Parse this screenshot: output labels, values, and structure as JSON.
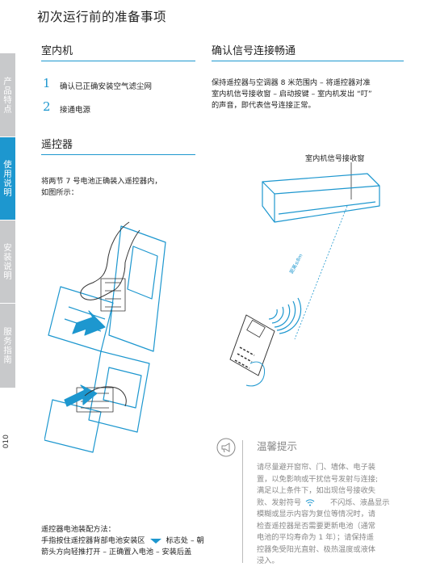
{
  "page_title": "初次运行前的准备事项",
  "side_tabs": [
    {
      "label": "产品特点"
    },
    {
      "label": "使用说明"
    },
    {
      "label": "安装说明"
    },
    {
      "label": "服务指南"
    }
  ],
  "page_number": "010",
  "indoor": {
    "title": "室内机",
    "steps": [
      {
        "num": "1",
        "text": "确认已正确安装空气滤尘网"
      },
      {
        "num": "2",
        "text": "接通电源"
      }
    ]
  },
  "signal": {
    "title": "确认信号连接畅通",
    "lines": [
      "保持遥控器与空调器 8 米范围内 – 将遥控器对准",
      "室内机信号接收窗 – 启动按键 – 室内机发出 “叮”",
      "的声音，即代表信号连接正常。"
    ],
    "window_label": "室内机信号接收窗",
    "range_label": "距离≤8m"
  },
  "remote": {
    "title": "遥控器",
    "lines": [
      "将两节 7 号电池正确装入遥控器内，",
      "如图所示："
    ],
    "method_title": "遥控器电池装配方法：",
    "method_line1a": "手指按住遥控器背部电池安装区",
    "method_line1b": "标志处 – 朝",
    "method_line2": "箭头方向轻推打开 – 正确置入电池 – 安装后盖"
  },
  "tips": {
    "title": "温馨提示",
    "lines": [
      "请尽量避开窗帘、门、墙体、电子装",
      "置，以免影响或干扰信号发射与连接;",
      "满足以上条件下，如出现信号接收失",
      "败、发射符号",
      "模糊或显示内容为复位等情况时，请",
      "检查遥控器是否需要更新电池（通常",
      "电池的平均寿命为 1 年）；请保持遥",
      "控器免受阳光直射、极热温度或液体",
      "浸入。"
    ],
    "line4_tail": "不闪烁、液晶显示"
  },
  "colors": {
    "accent": "#1d97cf",
    "tab_gray": "#c8c9cb",
    "tip_gray": "#888888"
  }
}
